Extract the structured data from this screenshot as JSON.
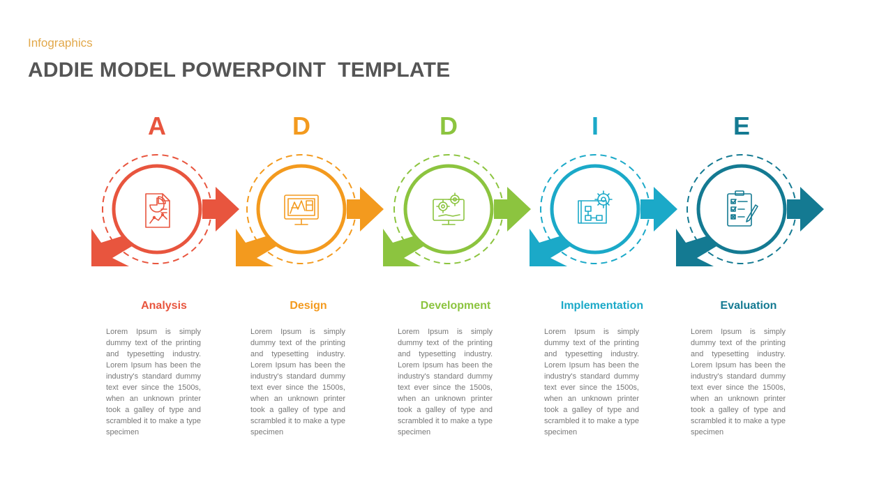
{
  "header": {
    "subtitle": "Infographics",
    "title": "ADDIE MODEL POWERPOINT  TEMPLATE"
  },
  "stages": [
    {
      "letter": "A",
      "name": "Analysis",
      "color": "#E8553E",
      "icon": "analysis-report-icon",
      "text": "Lorem Ipsum is simply dummy text of the printing and typesetting industry. Lorem Ipsum has been the industry's standard dummy text ever since the 1500s, when an unknown printer took a galley of type and scrambled it to make a type specimen"
    },
    {
      "letter": "D",
      "name": "Design",
      "color": "#F39A1E",
      "icon": "design-monitor-icon",
      "text": "Lorem Ipsum is simply dummy text of the printing and typesetting industry. Lorem Ipsum has been the industry's standard dummy text ever since the 1500s, when an unknown printer took a galley of type and scrambled it to make a type specimen"
    },
    {
      "letter": "D",
      "name": "Development",
      "color": "#8CC43F",
      "icon": "development-gears-icon",
      "text": "Lorem Ipsum is simply dummy text of the printing and typesetting industry. Lorem Ipsum has been the industry's standard dummy text ever since the 1500s, when an unknown printer took a galley of type and scrambled it to make a type specimen"
    },
    {
      "letter": "I",
      "name": "Implementation",
      "color": "#1BA9C8",
      "icon": "implementation-blueprint-icon",
      "text": "Lorem Ipsum is simply dummy text of the printing and typesetting industry. Lorem Ipsum has been the industry's standard dummy text ever since the 1500s, when an unknown printer took a galley of type and scrambled it to make a type specimen"
    },
    {
      "letter": "E",
      "name": "Evaluation",
      "color": "#147A92",
      "icon": "evaluation-checklist-icon",
      "text": "Lorem Ipsum is simply dummy text of the printing and typesetting industry. Lorem Ipsum has been the industry's standard dummy text ever since the 1500s, when an unknown printer took a galley of type and scrambled it to make a type specimen"
    }
  ]
}
